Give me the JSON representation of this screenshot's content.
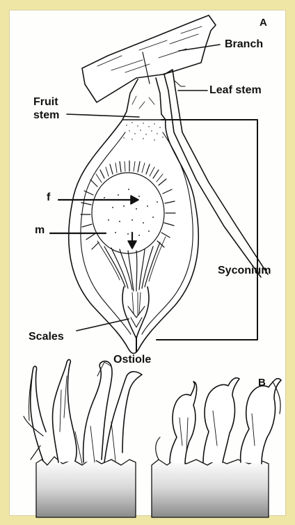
{
  "panels": {
    "a": {
      "letter": "A",
      "labels": {
        "branch": "Branch",
        "leaf_stem": "Leaf stem",
        "fruit": "Fruit",
        "stem": "stem",
        "f": "f",
        "m": "m",
        "syconium": "Syconium",
        "scales": "Scales",
        "ostiole": "Ostiole"
      }
    },
    "b": {
      "letter": "B"
    }
  },
  "colors": {
    "background": "#efe6a6",
    "panel": "#fefefc",
    "ink": "#111111"
  }
}
